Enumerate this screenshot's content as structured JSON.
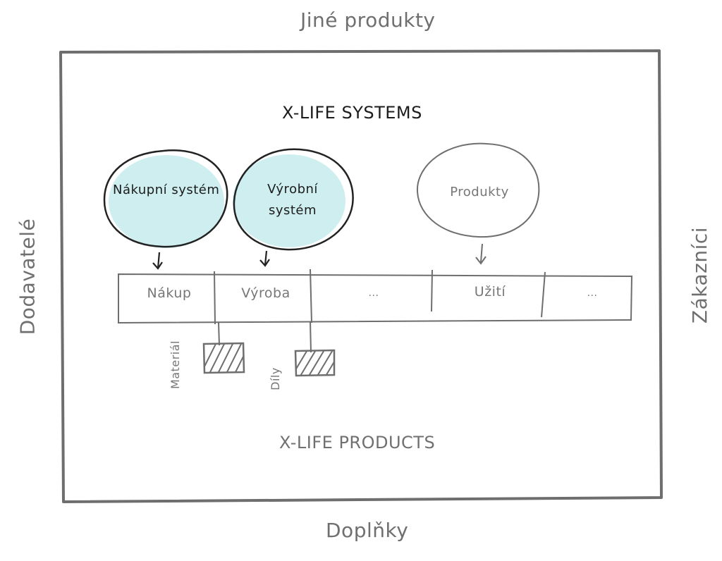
{
  "outer": {
    "top": "Jiné produkty",
    "left": "Dodavatelé",
    "right": "Zákazníci",
    "bottom": "Doplňky"
  },
  "box": {
    "title": "X-LIFE SYSTEMS",
    "footer": "X-LIFE PRODUCTS"
  },
  "systems": [
    {
      "label_lines": [
        "Nákupní systém"
      ],
      "filled": true
    },
    {
      "label_lines": [
        "Výrobní",
        "systém"
      ],
      "filled": true
    },
    {
      "label_lines": [
        "Produkty"
      ],
      "filled": false
    }
  ],
  "lifecycle": [
    "Nákup",
    "Výroba",
    "...",
    "Užití",
    "..."
  ],
  "outputs": [
    {
      "label": "Materiál"
    },
    {
      "label": "Díly"
    }
  ],
  "colors": {
    "ellipse_fill": "#cfeef0",
    "stroke_dark": "#222222",
    "stroke_grey": "#6e6e6e"
  }
}
